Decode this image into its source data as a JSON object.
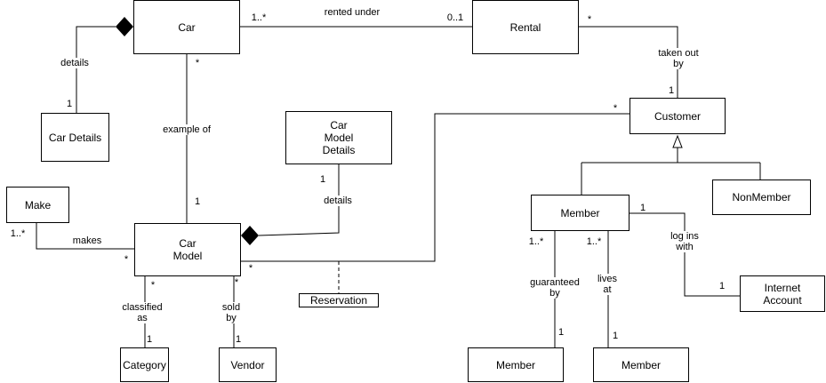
{
  "classes": {
    "car": "Car",
    "rental": "Rental",
    "car_details": "Car Details",
    "customer": "Customer",
    "car_model_details": "Car\nModel\nDetails",
    "make": "Make",
    "car_model": "Car\nModel",
    "member": "Member",
    "nonmember": "NonMember",
    "reservation": "Reservation",
    "internet_account": "Internet\nAccount",
    "category": "Category",
    "vendor": "Vendor",
    "member_guarantor": "Member",
    "member_address": "Member"
  },
  "associations": {
    "rented_under": "rented under",
    "taken_out_by": "taken out\nby",
    "details_car": "details",
    "example_of": "example of",
    "details_model": "details",
    "makes": "makes",
    "log_ins_with": "log ins\nwith",
    "classified_as": "classified\nas",
    "sold_by": "sold\nby",
    "guaranteed_by": "guaranteed\nby",
    "lives_at": "lives\nat"
  },
  "multiplicities": {
    "car_rental_car": "1..*",
    "car_rental_rental": "0..1",
    "rental_customer_rental": "*",
    "rental_customer_customer": "1",
    "car_details_car": "1",
    "car_model_car": "*",
    "car_model_model": "1",
    "model_details_details": "1",
    "customer_model": "*",
    "make_makes": "1..*",
    "model_makes": "*",
    "model_reservation": "*",
    "member_internet_member": "1",
    "member_internet_internet": "1",
    "model_category": "*",
    "category_model": "1",
    "model_vendor": "*",
    "vendor_model": "1",
    "member_guarantee": "1..*",
    "guarantor": "1",
    "member_lives": "1..*",
    "address": "1"
  }
}
